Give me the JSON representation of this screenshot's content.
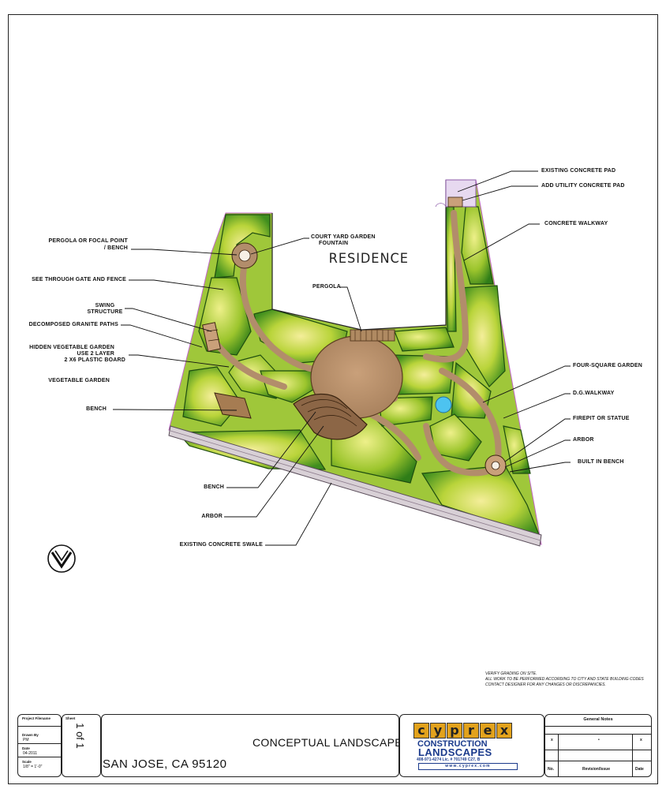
{
  "plan": {
    "building_label": "RESIDENCE",
    "callouts": {
      "existing_concrete_pad": "EXISTING CONCRETE PAD",
      "add_utility_concrete_pad": "ADD UTILITY CONCRETE PAD",
      "concrete_walkway": "CONCRETE WALKWAY",
      "court_yard_fountain_1": "COURT YARD GARDEN",
      "court_yard_fountain_2": "FOUNTAIN",
      "pergola_focal_1": "PERGOLA OR FOCAL POINT",
      "pergola_focal_2": "/ BENCH",
      "see_through_gate": "SEE THROUGH GATE AND FENCE",
      "pergola": "PERGOLA",
      "swing_1": "SWING",
      "swing_2": "STRUCTURE",
      "dg_paths": "DECOMPOSED GRANITE PATHS",
      "hidden_veg_1": "HIDDEN  VEGETABLE GARDEN",
      "hidden_veg_2": "USE 2 LAYER",
      "hidden_veg_3": "2 X6 PLASTIC BOARD",
      "vegetable_garden": "VEGETABLE GARDEN",
      "bench_left": "BENCH",
      "four_square": "FOUR-SQUARE GARDEN",
      "dg_walkway": "D.G.WALKWAY",
      "firepit": "FIREPIT OR STATUE",
      "arbor_right": "ARBOR",
      "built_in_bench": "BUILT IN BENCH",
      "bench_bottom": "BENCH",
      "arbor_bottom": "ARBOR",
      "existing_swale": "EXISTING CONCRETE SWALE"
    },
    "general_notes_text": [
      "VERIFY GRADING ON SITE.",
      "ALL WORK TO BE PERFORMED ACCORDING TO CITY AND STATE BUILDING CODES",
      "CONTACT DESIGNER FOR ANY CHANGES OR DISCREPANCIES."
    ]
  },
  "title_block": {
    "project_filename_label": "Project Filename",
    "sheet_label": "Sheet",
    "drawn_by_label": "Drawn By",
    "drawn_by_value": "PM",
    "date_label": "Date",
    "date_value": "04-2011",
    "scale_label": "Scale",
    "scale_value": "1/8\" = 1'-0\"",
    "sheet_value": "1 of 1",
    "address": "SAN JOSE, CA 95120",
    "drawing_title": "CONCEPTUAL LANDSCAPE",
    "logo": {
      "letters": [
        "c",
        "y",
        "p",
        "r",
        "e",
        "x"
      ],
      "line1": "CONSTRUCTION",
      "line2": "LANDSCAPES",
      "line3": "408-971-4274   Lic. # 701749 C27, B",
      "line4": "www.cyprex.com",
      "accent_color": "#e2a21c",
      "text_color": "#1a3a8c"
    },
    "general_notes_label": "General Notes",
    "rev_x1": "x",
    "rev_dot": "•",
    "rev_x2": "x",
    "col_no": "No.",
    "col_revision": "Revision/Issue",
    "col_date": "Date"
  }
}
